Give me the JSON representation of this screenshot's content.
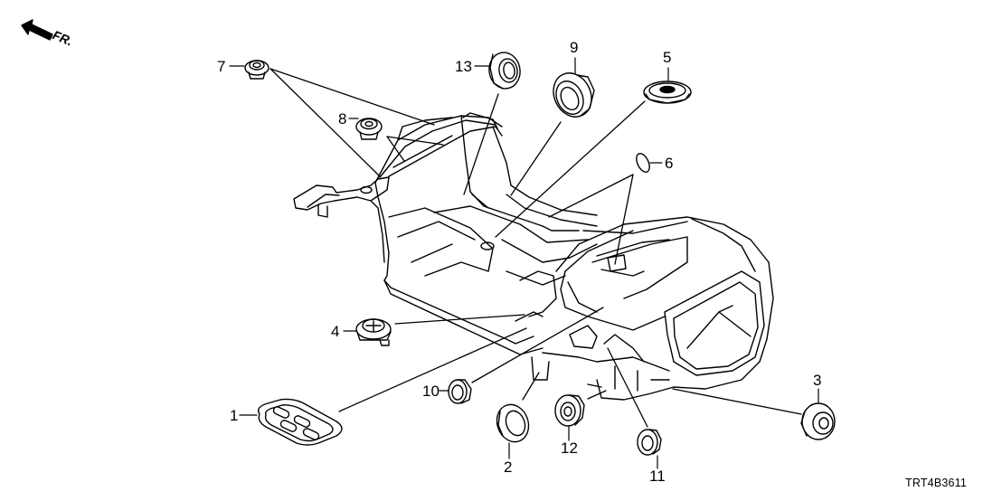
{
  "diagram": {
    "title": "Grommet (Floor) parts diagram",
    "orientation": {
      "arrow_label": "FR.",
      "icon": "front-direction-arrow-icon"
    },
    "diagram_code": "TRT4B3611",
    "colors": {
      "line": "#000000",
      "background": "#ffffff"
    },
    "callouts": [
      {
        "number": "1",
        "part": "grommet-rectangular-four-cell"
      },
      {
        "number": "2",
        "part": "grommet-large-plug"
      },
      {
        "number": "3",
        "part": "grommet-round"
      },
      {
        "number": "4",
        "part": "grommet-with-clip"
      },
      {
        "number": "5",
        "part": "grommet-flat-disc"
      },
      {
        "number": "6",
        "part": "seal-oval"
      },
      {
        "number": "7",
        "part": "grommet-small"
      },
      {
        "number": "8",
        "part": "grommet-small"
      },
      {
        "number": "9",
        "part": "grommet-large-ring"
      },
      {
        "number": "10",
        "part": "grommet-small-ring"
      },
      {
        "number": "11",
        "part": "grommet-small-ring"
      },
      {
        "number": "12",
        "part": "grommet-medium-ring"
      },
      {
        "number": "13",
        "part": "grommet-medium"
      }
    ]
  }
}
